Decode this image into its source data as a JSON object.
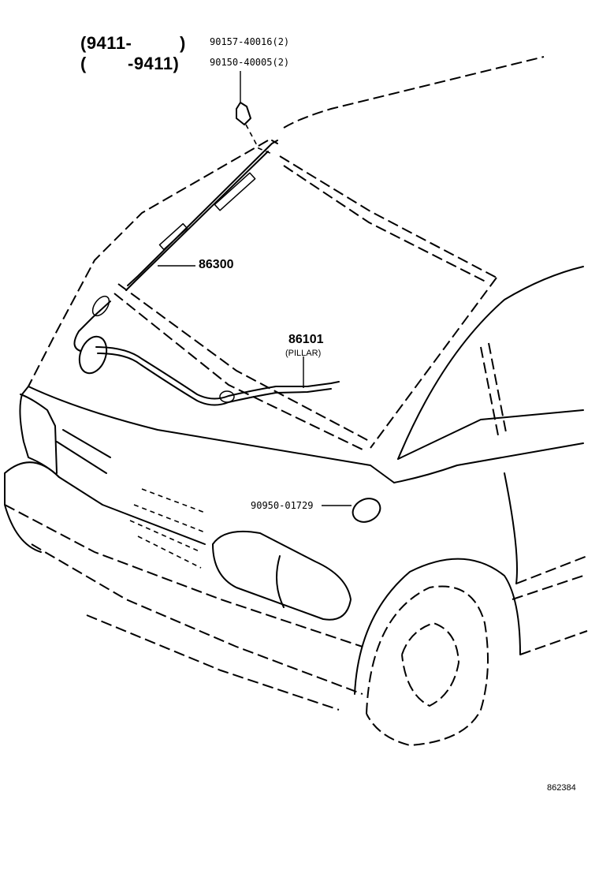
{
  "header": {
    "range_from": "(9411-",
    "range_from_close": ")",
    "range_to_open": "(",
    "range_to": "-9411)"
  },
  "parts": {
    "screw_a": "90157-40016(2)",
    "screw_b": "90150-40005(2)",
    "antenna_assy": "86300",
    "cord": "86101",
    "cord_note": "(PILLAR)",
    "plug": "90950-01729"
  },
  "footer": {
    "illustration_code": "862384"
  }
}
